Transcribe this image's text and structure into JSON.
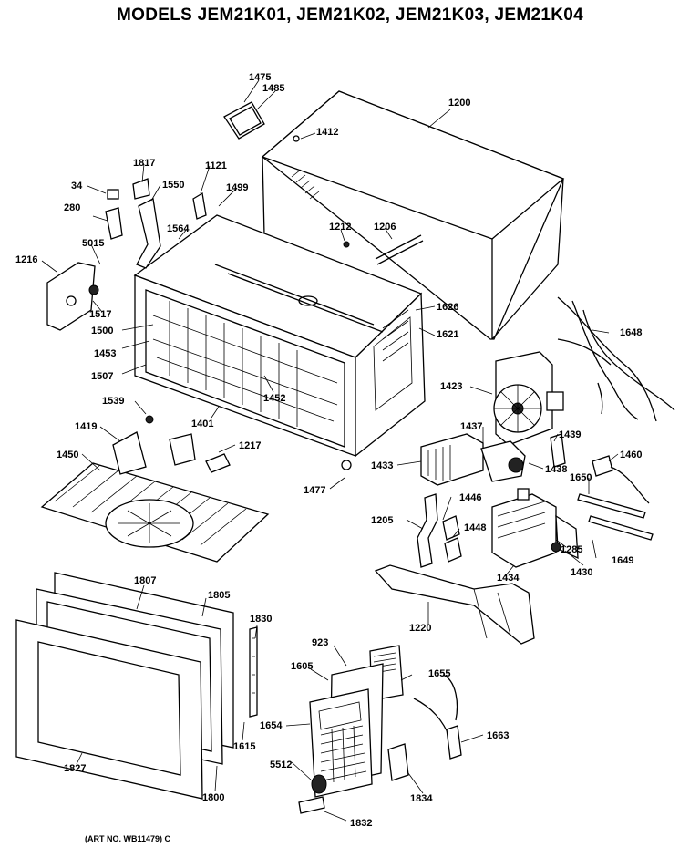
{
  "title": "MODELS JEM21K01, JEM21K02, JEM21K03, JEM21K04",
  "footer_note": "(ART NO. WB11479) C",
  "callouts": [
    {
      "id": "1475",
      "text": "1475"
    },
    {
      "id": "1485",
      "text": "1485"
    },
    {
      "id": "1200",
      "text": "1200"
    },
    {
      "id": "1412",
      "text": "1412"
    },
    {
      "id": "1817",
      "text": "1817"
    },
    {
      "id": "1121",
      "text": "1121"
    },
    {
      "id": "34",
      "text": "34"
    },
    {
      "id": "1550",
      "text": "1550"
    },
    {
      "id": "1499",
      "text": "1499"
    },
    {
      "id": "280",
      "text": "280"
    },
    {
      "id": "1564",
      "text": "1564"
    },
    {
      "id": "1212",
      "text": "1212"
    },
    {
      "id": "1206",
      "text": "1206"
    },
    {
      "id": "5015",
      "text": "5015"
    },
    {
      "id": "1216",
      "text": "1216"
    },
    {
      "id": "1626",
      "text": "1626"
    },
    {
      "id": "1517",
      "text": "1517"
    },
    {
      "id": "1648",
      "text": "1648"
    },
    {
      "id": "1500",
      "text": "1500"
    },
    {
      "id": "1621",
      "text": "1621"
    },
    {
      "id": "1453",
      "text": "1453"
    },
    {
      "id": "1507",
      "text": "1507"
    },
    {
      "id": "1423",
      "text": "1423"
    },
    {
      "id": "1452",
      "text": "1452"
    },
    {
      "id": "1539",
      "text": "1539"
    },
    {
      "id": "1401",
      "text": "1401"
    },
    {
      "id": "1437",
      "text": "1437"
    },
    {
      "id": "1439",
      "text": "1439"
    },
    {
      "id": "1419",
      "text": "1419"
    },
    {
      "id": "1217",
      "text": "1217"
    },
    {
      "id": "1460",
      "text": "1460"
    },
    {
      "id": "1450",
      "text": "1450"
    },
    {
      "id": "1433",
      "text": "1433"
    },
    {
      "id": "1438",
      "text": "1438"
    },
    {
      "id": "1477",
      "text": "1477"
    },
    {
      "id": "1650",
      "text": "1650"
    },
    {
      "id": "1446",
      "text": "1446"
    },
    {
      "id": "1205",
      "text": "1205"
    },
    {
      "id": "1448",
      "text": "1448"
    },
    {
      "id": "1285",
      "text": "1285"
    },
    {
      "id": "1649",
      "text": "1649"
    },
    {
      "id": "1430",
      "text": "1430"
    },
    {
      "id": "1434",
      "text": "1434"
    },
    {
      "id": "1807",
      "text": "1807"
    },
    {
      "id": "1805",
      "text": "1805"
    },
    {
      "id": "1220",
      "text": "1220"
    },
    {
      "id": "1830",
      "text": "1830"
    },
    {
      "id": "923",
      "text": "923"
    },
    {
      "id": "1605",
      "text": "1605"
    },
    {
      "id": "1655",
      "text": "1655"
    },
    {
      "id": "1654",
      "text": "1654"
    },
    {
      "id": "1663",
      "text": "1663"
    },
    {
      "id": "1615",
      "text": "1615"
    },
    {
      "id": "1827",
      "text": "1827"
    },
    {
      "id": "5512",
      "text": "5512"
    },
    {
      "id": "1800",
      "text": "1800"
    },
    {
      "id": "1834",
      "text": "1834"
    },
    {
      "id": "1832",
      "text": "1832"
    }
  ]
}
